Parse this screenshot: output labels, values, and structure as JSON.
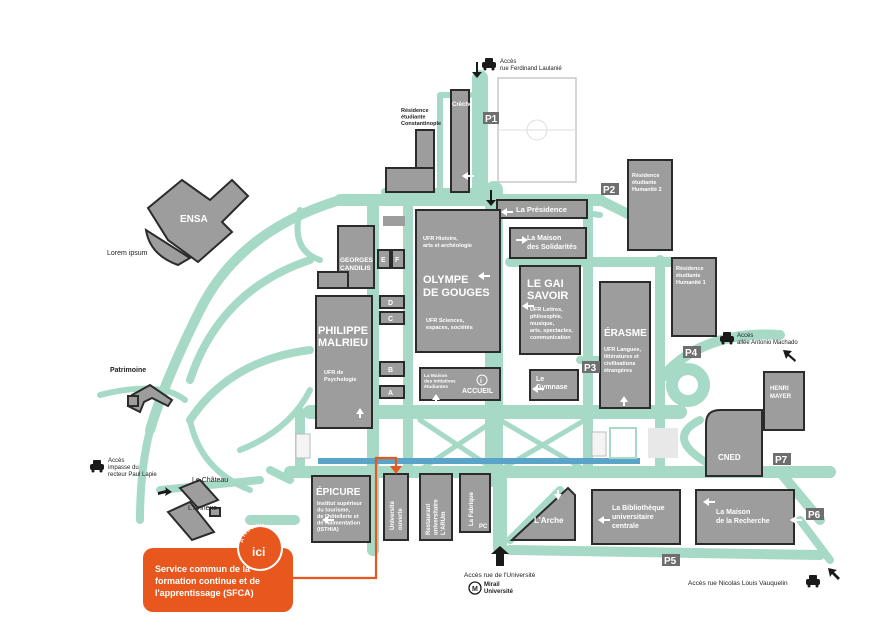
{
  "colors": {
    "path": "#a6d9c6",
    "building": "#9d9d9d",
    "building_edge": "#2b2b2b",
    "accent": "#e8571e",
    "water": "#5aa3c9",
    "parking_tag": "#6e6e6e"
  },
  "access": {
    "north": "Accès\nrue Ferdinand Laulanié",
    "east": "Accès\nallée Antonio Machado",
    "west": "Accès\nimpasse du\nrecteur Paul Lapie",
    "south": "Accès rue de l'Université",
    "southeast": "Accès rue Nicolas Louis Vauquelin"
  },
  "metro": {
    "symbol": "M",
    "name": "Mirail\nUniversité"
  },
  "parking": [
    "P1",
    "P2",
    "P3",
    "P4",
    "P5",
    "P6",
    "P7"
  ],
  "buildings": {
    "ensa": "ENSA",
    "lorem": "Lorem ipsum",
    "residence_constantinople": "Résidence\nétudiante\nConstantinople",
    "creche": "Crèche",
    "presidence": "La Présidence",
    "maison_solidarites": "La Maison\ndes Solidarités",
    "residence_humanite2": "Résidence\nétudiante\nHumanité 2",
    "residence_humanite1": "Résidence\nétudiante\nHumanité 1",
    "georges_candilis": "GEORGES\nCANDILIS",
    "e": "E",
    "f": "F",
    "d": "D",
    "c": "C",
    "b": "B",
    "a": "A",
    "olympe_title": "OLYMPE\nDE GOUGES",
    "olympe_sub1": "UFR Histoire,\narts et archéologie",
    "olympe_sub2": "UFR Sciences,\nespaces, sociétés",
    "gai_savoir_title": "LE GAI\nSAVOIR",
    "gai_savoir_sub": "UFR Lettres,\nphilosophie,\nmusique,\narts, spectacles,\ncommunication",
    "erasme_title": "ÉRASME",
    "erasme_sub": "UFR Langues,\nlittératures et\ncivilisations\nétrangères",
    "malrieu_title": "PHILIPPE\nMALRIEU",
    "malrieu_sub": "UFR de\nPsychologie",
    "maison_initiatives": "La Maison\ndes initiatives\nétudiantes",
    "accueil": "ACCUEIL",
    "gymnase": "Le\nGymnase",
    "henri_mayer": "HENRI\nMAYER",
    "cned": "CNED",
    "patrimoine": "Patrimoine",
    "chateau": "Le Château",
    "annexe": "L'Annexe",
    "epicure_title": "ÉPICURE",
    "epicure_sub": "Institut supérieur\ndu tourisme,\nde l'hôtellerie et\nde l'alimentation\n(ISTHIA)",
    "universite_ouverte": "Université\nouverte",
    "arum": "Restaurant\nuniversitaire\nL'ARUm",
    "fabrique": "La Fabrique",
    "pc": "PC",
    "arche": "L'Arche",
    "bibliotheque": "La Bibliothèque\nuniversitaire\ncentrale",
    "maison_recherche": "La Maison\nde la Recherche"
  },
  "callout": {
    "arc_text": "À retrouver",
    "badge": "ici",
    "text": "Service commun de la\nformation continue et de\nl'apprentissage (SFCA)"
  }
}
